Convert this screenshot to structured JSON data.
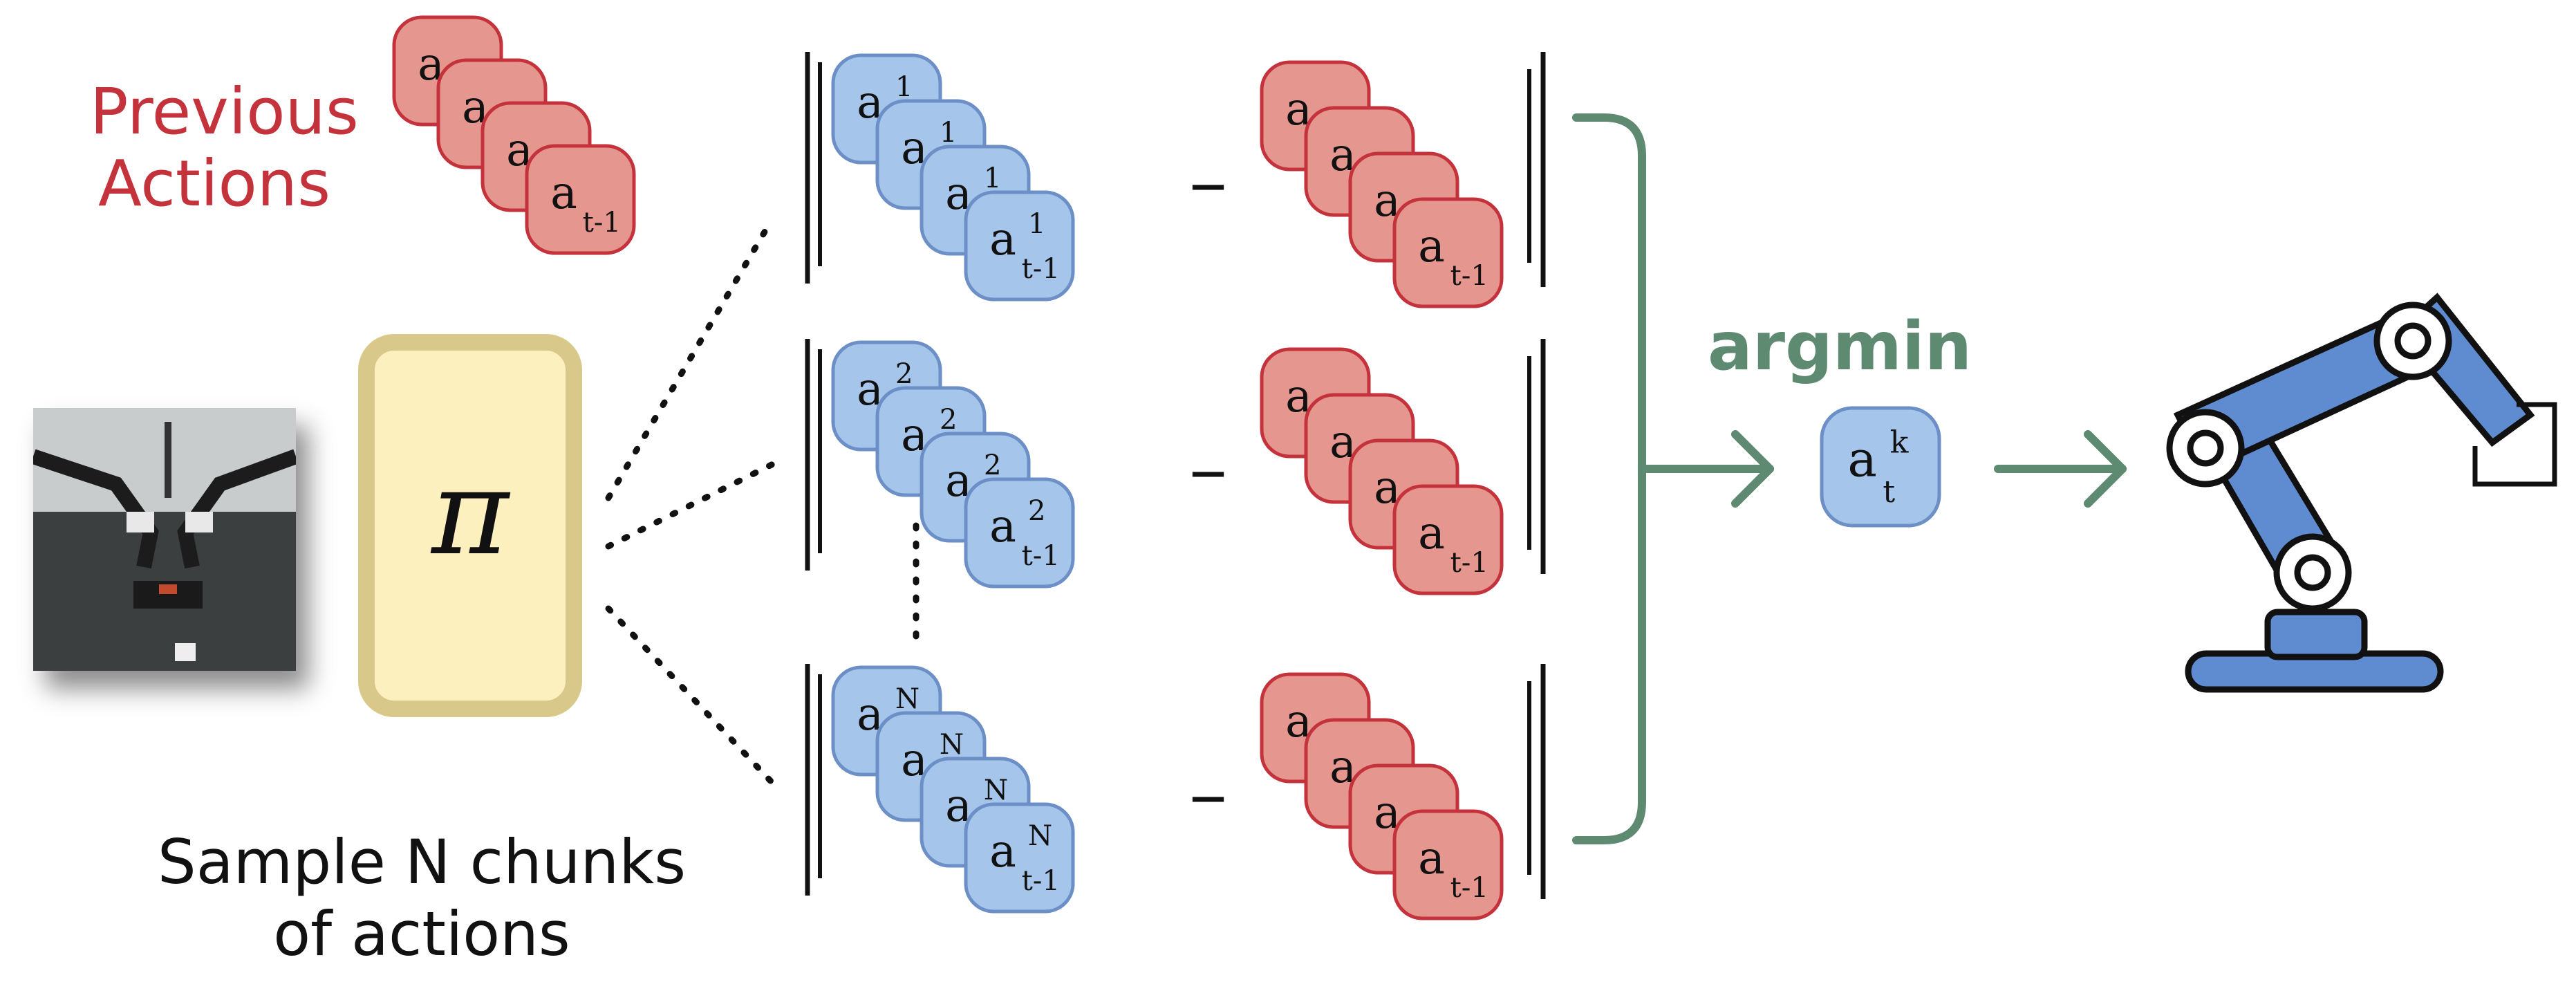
{
  "labels": {
    "previous_actions_line1": "Previous",
    "previous_actions_line2": "Actions",
    "sample_line1": "Sample N chunks",
    "sample_line2": "of actions",
    "argmin": "argmin"
  },
  "policy_symbol": "π",
  "action_base": "a",
  "minus": "–",
  "previous_actions": {
    "last_subscript": "t-1"
  },
  "sample_chunks": [
    {
      "superscript": "1",
      "last_subscript": "t-1"
    },
    {
      "superscript": "2",
      "last_subscript": "t-1"
    },
    {
      "superscript": "N",
      "last_subscript": "t-1"
    }
  ],
  "selected_action": {
    "base": "a",
    "superscript": "k",
    "subscript": "t"
  },
  "colors": {
    "red_fill": "#e5968f",
    "red_stroke": "#c4323b",
    "blue_fill": "#a6c5ea",
    "blue_stroke": "#6b8fc6",
    "policy_fill": "#fcf0bf",
    "policy_stroke": "#d8c98b",
    "green": "#5f8a72",
    "red_text": "#c4323b",
    "robot_blue": "#5f8cd0"
  }
}
